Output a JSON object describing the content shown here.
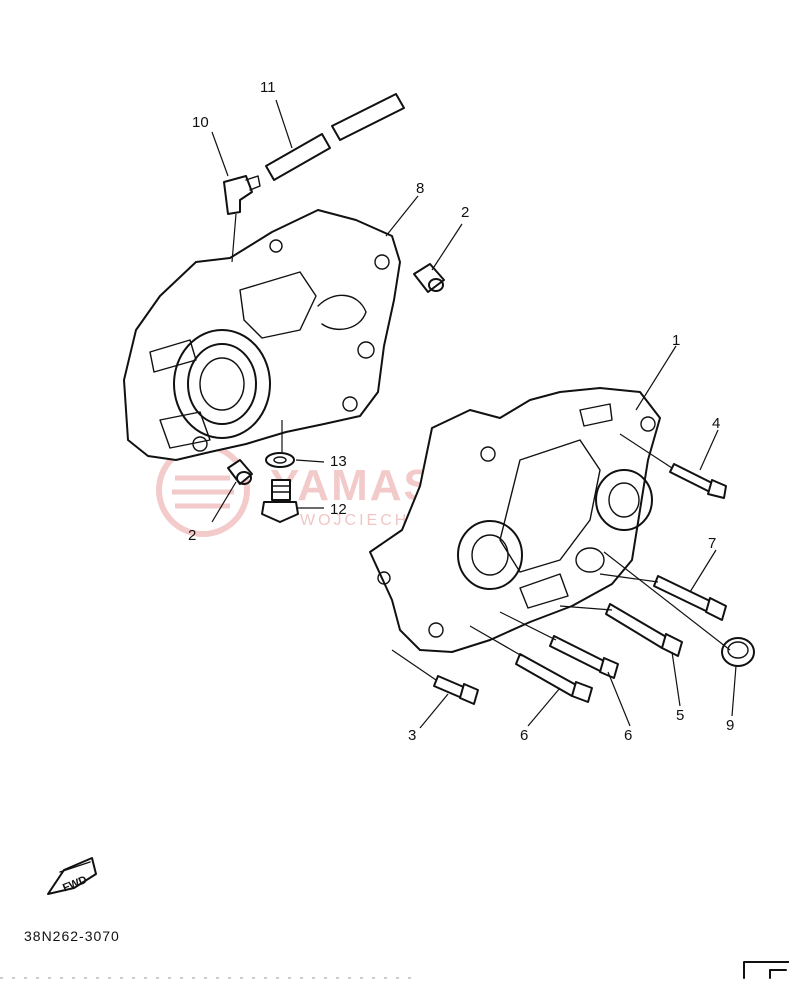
{
  "callouts": [
    {
      "id": "c1",
      "label": "1"
    },
    {
      "id": "c2a",
      "label": "2"
    },
    {
      "id": "c2b",
      "label": "2"
    },
    {
      "id": "c3",
      "label": "3"
    },
    {
      "id": "c4",
      "label": "4"
    },
    {
      "id": "c5",
      "label": "5"
    },
    {
      "id": "c6a",
      "label": "6"
    },
    {
      "id": "c6b",
      "label": "6"
    },
    {
      "id": "c7",
      "label": "7"
    },
    {
      "id": "c8",
      "label": "8"
    },
    {
      "id": "c9",
      "label": "9"
    },
    {
      "id": "c10",
      "label": "10"
    },
    {
      "id": "c11",
      "label": "11"
    },
    {
      "id": "c12",
      "label": "12"
    },
    {
      "id": "c13",
      "label": "13"
    }
  ],
  "fwd_label": "FWD",
  "diagram_code": "38N262-3070",
  "watermark": {
    "logo_text": "YAMASUKI",
    "sub_text": "WOJCIECHOWICZ"
  },
  "colors": {
    "ink": "#111111",
    "watermark": "#e9a0a0",
    "background": "#ffffff"
  }
}
